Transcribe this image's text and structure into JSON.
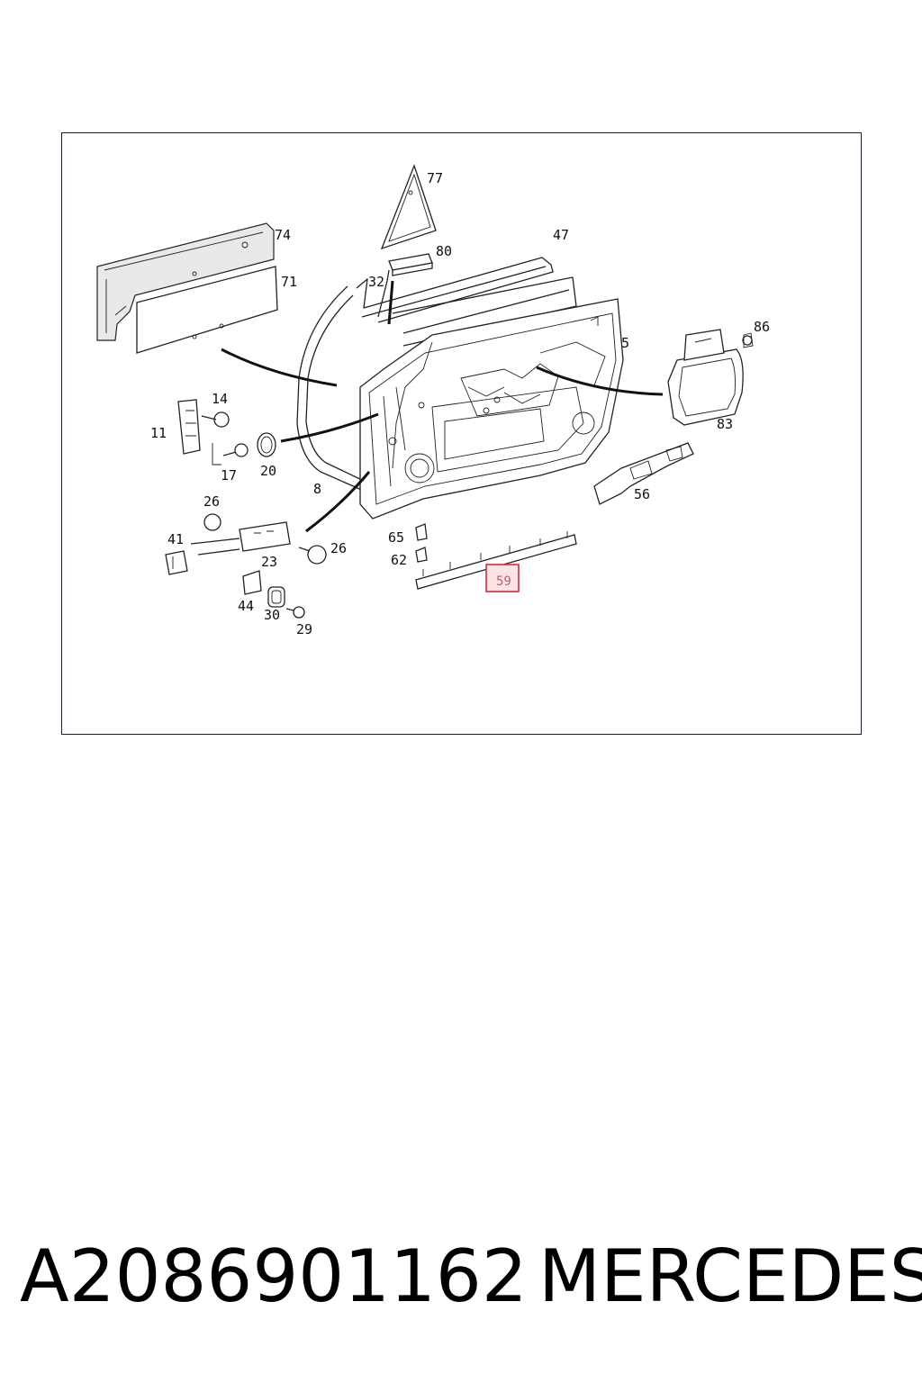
{
  "diagram": {
    "callouts": [
      "77",
      "80",
      "74",
      "71",
      "47",
      "32",
      "5",
      "86",
      "83",
      "14",
      "11",
      "17",
      "20",
      "8",
      "56",
      "26",
      "41",
      "23",
      "26",
      "65",
      "62",
      "44",
      "30",
      "29"
    ],
    "highlighted_callout": "59"
  },
  "caption": {
    "part_number": "A2086901162",
    "brand": "MERCEDES"
  },
  "colors": {
    "highlight_border": "#d42a3a",
    "highlight_fill": "#fbe3e6",
    "line": "#222222"
  }
}
